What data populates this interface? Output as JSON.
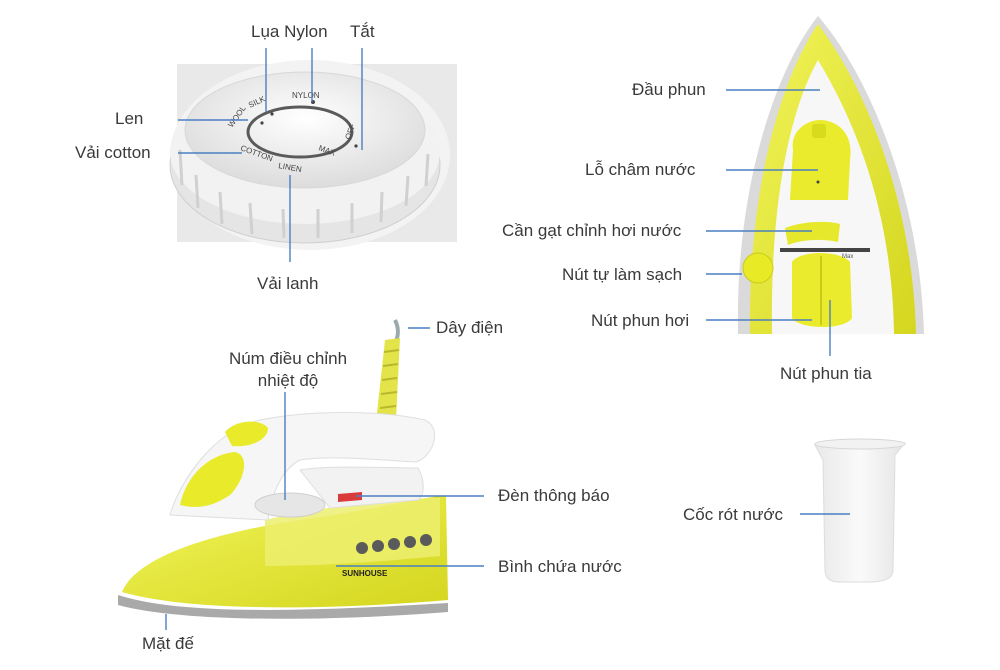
{
  "dial": {
    "labels": {
      "silk": "Lụa Nylon",
      "off": "Tắt",
      "wool": "Len",
      "cotton": "Vải cotton",
      "linen": "Vải lanh"
    },
    "ring_text": {
      "nylon": "NYLON",
      "silk": "SILK",
      "wool": "WOOL",
      "cotton": "COTTON",
      "linen": "LINEN",
      "max": "MAX",
      "off": "OFF"
    }
  },
  "top_view": {
    "labels": {
      "nozzle": "Đầu phun",
      "fill_hole": "Lỗ châm nước",
      "steam_lever": "Cần gạt chỉnh hơi nước",
      "self_clean": "Nút tự làm sạch",
      "steam_spray": "Nút phun hơi",
      "jet_spray": "Nút phun tia"
    },
    "mark_max": "Max"
  },
  "side_view": {
    "labels": {
      "cord": "Dây điện",
      "temp_knob": "Núm điều chỉnh\nnhiệt độ",
      "indicator": "Đèn thông báo",
      "tank": "Bình chứa nước",
      "soleplate": "Mặt đế"
    },
    "brand": "SUNHOUSE"
  },
  "cup": {
    "label": "Cốc rót nước"
  },
  "colors": {
    "yellow": "#e6e832",
    "yellow_dark": "#c9cc1a",
    "leader_line": "#4a7fc1",
    "white_body": "#f5f5f5"
  }
}
